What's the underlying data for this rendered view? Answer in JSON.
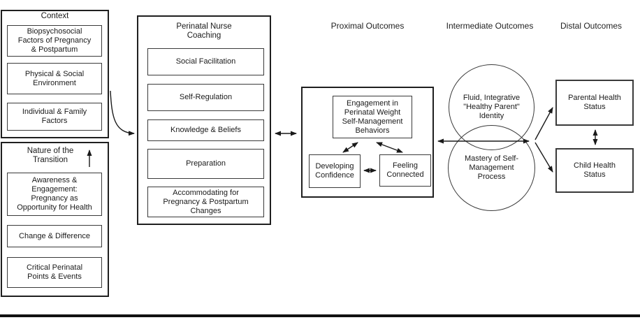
{
  "diagram": {
    "context": {
      "title": "Context",
      "items": [
        "Biopsychosocial\nFactors of Pregnancy\n& Postpartum",
        "Physical & Social\nEnvironment",
        "Individual & Family\nFactors"
      ]
    },
    "nature": {
      "title": "Nature of the\nTransition",
      "items": [
        "Awareness &\nEngagement:\nPregnancy as\nOpportunity for Health",
        "Change & Difference",
        "Critical Perinatal\nPoints & Events"
      ]
    },
    "coaching": {
      "title": "Perinatal Nurse\nCoaching",
      "items": [
        "Social Facilitation",
        "Self-Regulation",
        "Knowledge & Beliefs",
        "Preparation",
        "Accommodating for\nPregnancy & Postpartum\nChanges"
      ]
    },
    "headers": {
      "proximal": "Proximal Outcomes",
      "intermediate": "Intermediate Outcomes",
      "distal": "Distal Outcomes"
    },
    "proximal": {
      "engagement": "Engagement in\nPerinatal Weight\nSelf-Management\nBehaviors",
      "developing_confidence": "Developing\nConfidence",
      "feeling_connected": "Feeling\nConnected"
    },
    "intermediate": {
      "identity_circle": "Fluid, Integrative\n\"Healthy Parent\"\nIdentity",
      "mastery_circle": "Mastery of Self-\nManagement\nProcess"
    },
    "distal": {
      "parental": "Parental Health\nStatus",
      "child": "Child Health\nStatus"
    },
    "colors": {
      "line": "#1a1a1a",
      "background": "#ffffff"
    }
  }
}
